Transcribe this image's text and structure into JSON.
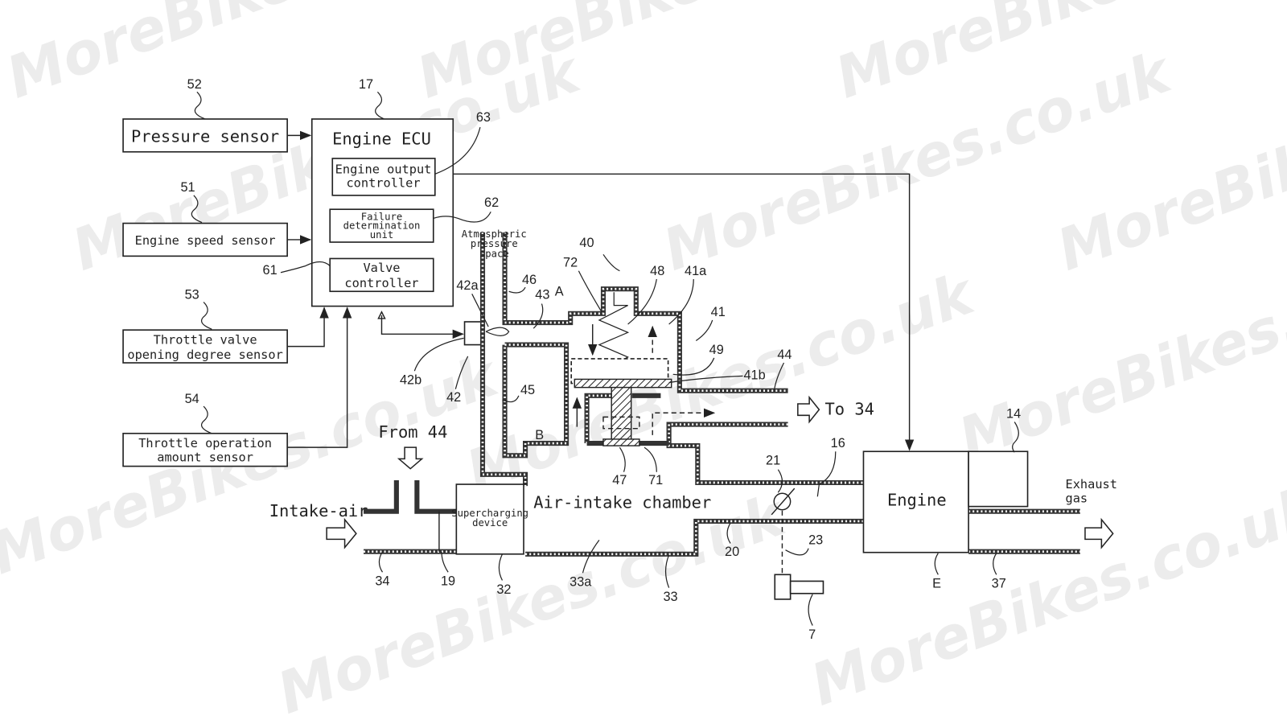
{
  "watermark": "MoreBikes.co.uk",
  "blocks": {
    "pressure_sensor": "Pressure sensor",
    "engine_ecu": "Engine ECU",
    "engine_output_controller": [
      "Engine output",
      "controller"
    ],
    "failure_determination_unit": [
      "Failure",
      "determination",
      "unit"
    ],
    "valve_controller": [
      "Valve",
      "controller"
    ],
    "engine_speed_sensor": "Engine speed sensor",
    "throttle_valve_sensor": [
      "Throttle valve",
      "opening degree sensor"
    ],
    "throttle_operation_sensor": [
      "Throttle operation",
      "amount sensor"
    ],
    "atmospheric": [
      "Atmospheric",
      "pressure",
      "space"
    ],
    "supercharging": [
      "Supercharging",
      "device"
    ],
    "air_intake_chamber": "Air-intake chamber",
    "engine": "Engine",
    "intake_air": "Intake-air",
    "exhaust_gas": [
      "Exhaust",
      "gas"
    ],
    "from_44": "From 44",
    "to_34": "To 34",
    "flow_a": "A",
    "flow_b": "B"
  },
  "refs": {
    "r52": "52",
    "r17": "17",
    "r63": "63",
    "r51": "51",
    "r62": "62",
    "r61": "61",
    "r53": "53",
    "r54": "54",
    "r40": "40",
    "r72": "72",
    "r48": "48",
    "r41a": "41a",
    "r41": "41",
    "r42a": "42a",
    "r46": "46",
    "r43": "43",
    "r49": "49",
    "r41b": "41b",
    "r44": "44",
    "r42b": "42b",
    "r42": "42",
    "r45": "45",
    "r47": "47",
    "r71": "71",
    "r21": "21",
    "r16": "16",
    "r14": "14",
    "r34": "34",
    "r19": "19",
    "r32": "32",
    "r33a": "33a",
    "r33": "33",
    "r20": "20",
    "r23": "23",
    "rE": "E",
    "r37": "37",
    "r7": "7"
  }
}
